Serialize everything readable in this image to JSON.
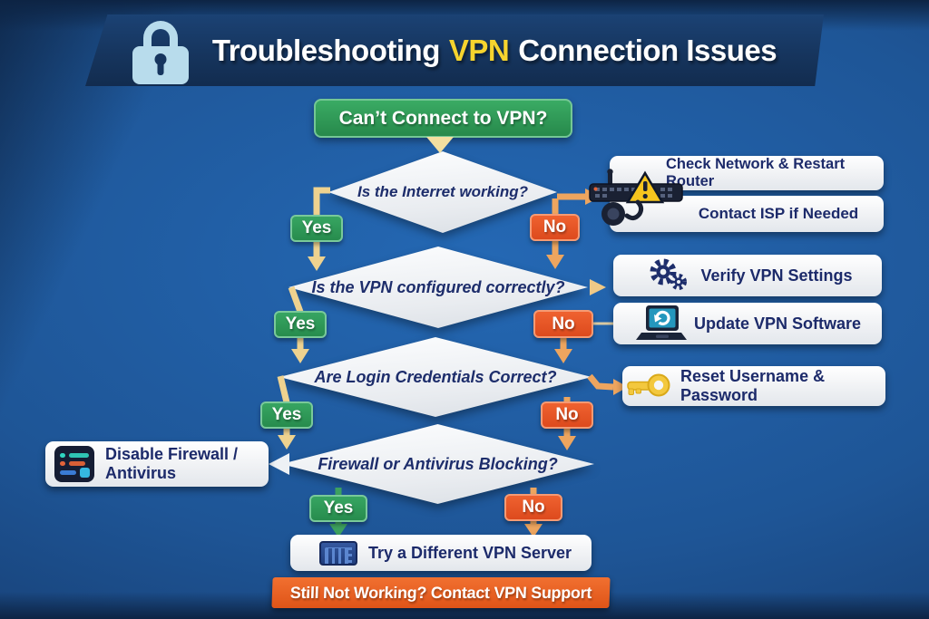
{
  "header": {
    "title_prefix": "Troubleshooting",
    "title_highlight": "VPN",
    "title_suffix": "Connection Issues"
  },
  "flow": {
    "start_label": "Can’t Connect to VPN?",
    "decisions": [
      {
        "question": "Is the Interret working?",
        "yes": "Yes",
        "no": "No"
      },
      {
        "question": "Is the VPN configured correctly?",
        "yes": "Yes",
        "no": "No"
      },
      {
        "question": "Are Login Credentials Correct?",
        "yes": "Yes",
        "no": "No"
      },
      {
        "question": "Firewall or Antivirus Blocking?",
        "yes": "Yes",
        "no": "No"
      }
    ],
    "actions": {
      "check_network": "Check Network & Restart Router",
      "contact_isp": "Contact ISP if Needed",
      "verify_settings": "Verify VPN Settings",
      "update_software": "Update VPN Software",
      "reset_credentials": "Reset Username & Password",
      "disable_firewall": "Disable Firewall / Antivirus",
      "try_server": "Try a Different VPN Server"
    },
    "footer_banner": "Still Not Working? Contact VPN Support"
  },
  "icons": {
    "header": "lock-icon",
    "network": "router-warning-headset-icon",
    "verify": "gears-icon",
    "update": "laptop-refresh-icon",
    "reset": "key-icon",
    "firewall": "firewall-settings-icon",
    "server": "vpn-server-icon"
  },
  "colors": {
    "background_blue": "#1e5ca6",
    "banner_navy": "#16355e",
    "node_green": "#2f9e57",
    "badge_orange": "#e5531f",
    "diamond_fill": "#eef1f4",
    "text_navy": "#1d2d6b",
    "title_highlight_yellow": "#f6d42e",
    "arrow_yellow": "#eed28f",
    "arrow_orange": "#eda55f",
    "footer_orange": "#e8611f"
  }
}
